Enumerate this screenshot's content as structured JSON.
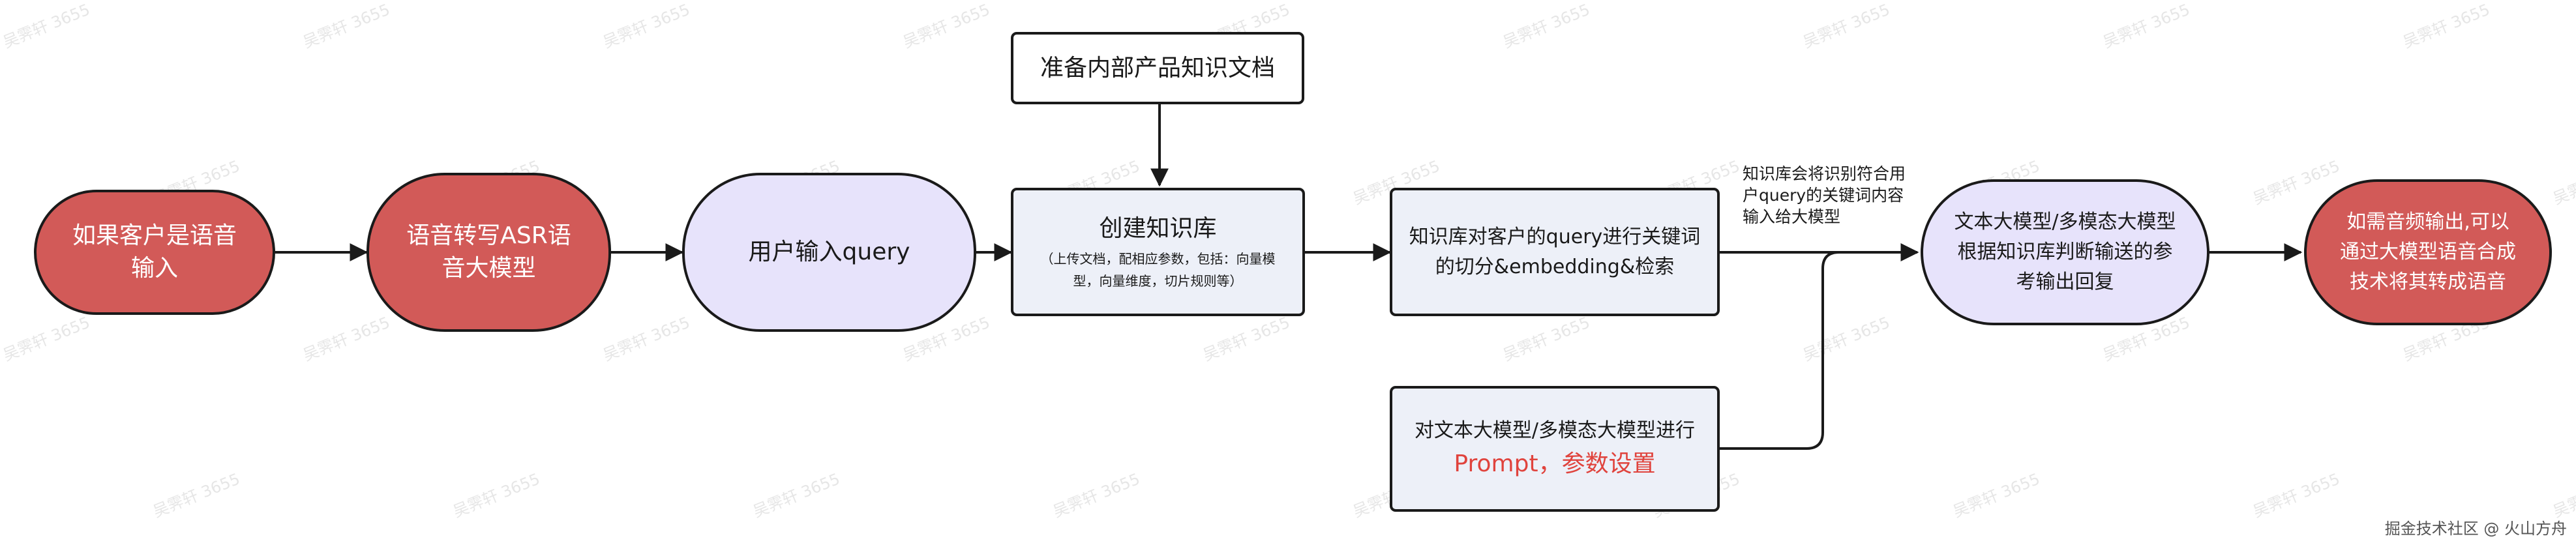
{
  "watermark": "吴霁轩 3655",
  "nodes": {
    "voice_input": "如果客户是语音输入",
    "asr_model": "语音转写ASR语音大模型",
    "user_query": "用户输入query",
    "prepare_docs": "准备内部产品知识文档",
    "create_kb_title": "创建知识库",
    "create_kb_detail": "（上传文档，配相应参数，包括：向量模型，向量维度，切片规则等）",
    "kb_process": "知识库对客户的query进行关键词的切分&embedding&检索",
    "prompt_line1": "对文本大模型/多模态大模型进行",
    "prompt_line2": "Prompt，参数设置",
    "llm_reply": "文本大模型/多模态大模型根据知识库判断输送的参考输出回复",
    "tts_output": "如需音频输出,可以通过大模型语音合成技术将其转成语音"
  },
  "edge_label": "知识库会将识别符合用户query的关键词内容输入给大模型",
  "footer": "掘金技术社区 @ 火山方舟",
  "colors": {
    "terminal_fill": "#d25a58",
    "process_fill": "#e7e3fb",
    "box_fill": "#edf0f8",
    "accent_text": "#e0433d",
    "stroke": "#1a1a1a"
  }
}
